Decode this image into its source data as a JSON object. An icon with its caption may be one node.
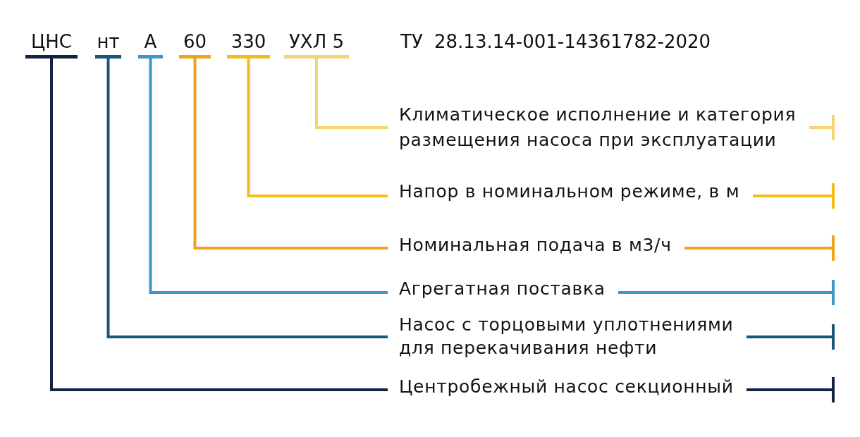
{
  "diagram": {
    "nodes": [
      {
        "text": [
          "ЦНС"
        ]
      },
      {
        "text": [
          "нт"
        ]
      },
      {
        "text": [
          "А"
        ]
      },
      {
        "text": [
          "60"
        ]
      },
      {
        "text": [
          "330"
        ]
      },
      {
        "text": [
          "УХЛ 5"
        ]
      },
      {
        "text": [
          "Климатическое исполнение и категория размещения насоса при эксплуатации"
        ]
      },
      {
        "text": [
          "Напор в номинальном режиме, в м"
        ]
      },
      {
        "text": [
          "Номинальная подача в м3/ч"
        ]
      },
      {
        "text": [
          "Агрегатная поставка"
        ]
      },
      {
        "text": [
          "Насос с торцовыми уплотнениями для перекачивания нефти"
        ]
      },
      {
        "text": [
          "Центробежный насос секционный"
        ]
      }
    ],
    "edges": [
      {
        "from": 0,
        "to": 11,
        "arrow": "none",
        "color": "#0f2541"
      },
      {
        "from": 1,
        "to": 10,
        "arrow": "none",
        "color": "#1a5479"
      },
      {
        "from": 2,
        "to": 9,
        "arrow": "none",
        "color": "#3f95c7"
      },
      {
        "from": 3,
        "to": 8,
        "arrow": "none",
        "color": "#f0a21a"
      },
      {
        "from": 4,
        "to": 7,
        "arrow": "none",
        "color": "#f4bb1d"
      },
      {
        "from": 5,
        "to": 6,
        "arrow": "none",
        "color": "#f6d475"
      },
      {
        "from": 6,
        "to": null,
        "arrow": "other",
        "color": "#f6d475"
      },
      {
        "from": 7,
        "to": null,
        "arrow": "other",
        "color": "#f4bb1d"
      },
      {
        "from": 8,
        "to": null,
        "arrow": "other",
        "color": "#f0a21a"
      },
      {
        "from": 9,
        "to": null,
        "arrow": "other",
        "color": "#3f95c7"
      },
      {
        "from": 10,
        "to": null,
        "arrow": "other",
        "color": "#1a5479"
      },
      {
        "from": 11,
        "to": null,
        "arrow": "other",
        "color": "#0f2541"
      }
    ],
    "labels": [
      "ТУ 28.13.14-001-14361782-2020"
    ]
  }
}
